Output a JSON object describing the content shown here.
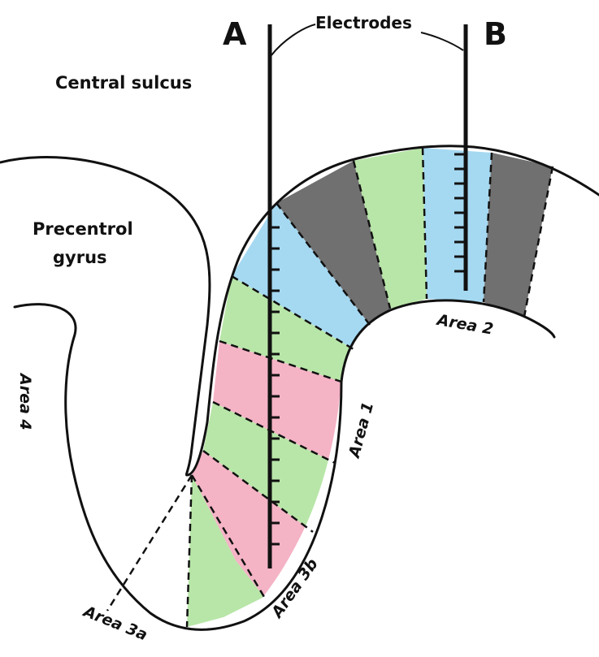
{
  "labels": {
    "electrode_a": "A",
    "electrode_b": "B",
    "electrodes": "Electrodes",
    "central_sulcus": "Central sulcus",
    "precentral_gyrus_line1": "Precentrol",
    "precentral_gyrus_line2": "gyrus",
    "area_4": "Area 4",
    "area_3a": "Area 3a",
    "area_3b": "Area 3b",
    "area_1": "Area 1",
    "area_2": "Area 2"
  },
  "colors": {
    "green": "#b8e6a8",
    "pink": "#f5b3c6",
    "blue": "#a5d9f2",
    "gray": "#707070",
    "outline": "#111111",
    "background": "#ffffff"
  }
}
